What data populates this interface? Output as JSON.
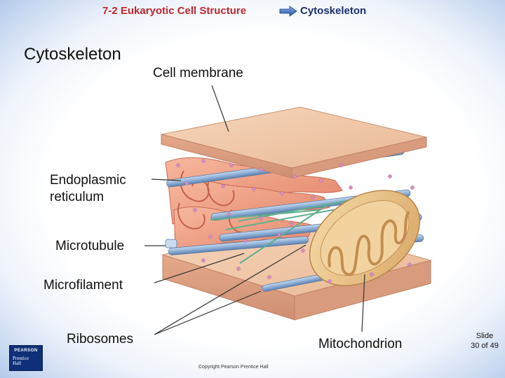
{
  "header": {
    "section": "7-2 Eukaryotic Cell Structure",
    "topic": "Cytoskeleton"
  },
  "title": "Cytoskeleton",
  "labels": {
    "cell_membrane": "Cell membrane",
    "er_line1": "Endoplasmic",
    "er_line2": "reticulum",
    "microtubule": "Microtubule",
    "microfilament": "Microfilament",
    "ribosomes": "Ribosomes",
    "mitochondrion": "Mitochondrion"
  },
  "copyright": "Copyright Pearson Prentice Hall",
  "slide_counter": {
    "line1": "Slide",
    "line2": "30 of 49"
  },
  "logo": {
    "brand": "PEARSON",
    "line1": "Prentice",
    "line2": "Hall"
  },
  "colors": {
    "header_section": "#c0272d",
    "header_topic": "#1b2f6b",
    "membrane_top": "#f1c4a3",
    "membrane_side": "#e6b08b",
    "er": "#ef9f86",
    "microtubule": "#8fb0d6",
    "microfilament": "#5fb08e",
    "mitochondrion": "#ebc486"
  }
}
